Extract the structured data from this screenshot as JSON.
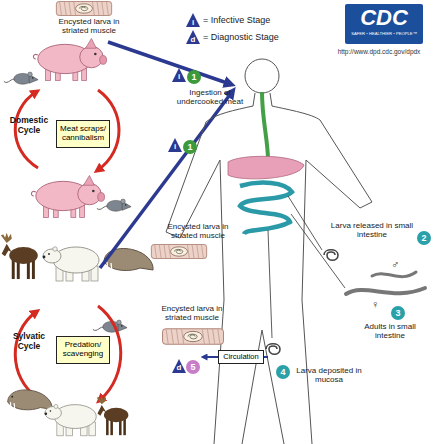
{
  "diagram": {
    "nodes": [
      {
        "text": [
          "Meat scraps/ cannibalism"
        ]
      },
      {
        "text": [
          "Predation/ scavenging"
        ]
      },
      {
        "text": [
          "Circulation"
        ]
      }
    ],
    "labels": [
      "Encysted larva in striated muscle",
      "i",
      "d",
      "CDC",
      "SAFER • HEALTHIER • PEOPLE™",
      "http://www.dpd.cdc.gov/dpdx",
      "Domestic Cycle",
      "i",
      "1",
      "Ingestion of undercooked meat",
      "i",
      "1",
      "Encysted larva in striated muscle",
      "Larva released in small intestine",
      "2",
      "♂",
      "♀",
      "3",
      "Adults in small intestine",
      "Encysted larva in striated muscle",
      "d",
      "5",
      "4",
      "Larva deposited in mucosa",
      "Sylvatic Cycle"
    ],
    "legend": [
      {
        "text": "= Infective Stage"
      },
      {
        "text": "= Diagnostic Stage"
      }
    ]
  }
}
